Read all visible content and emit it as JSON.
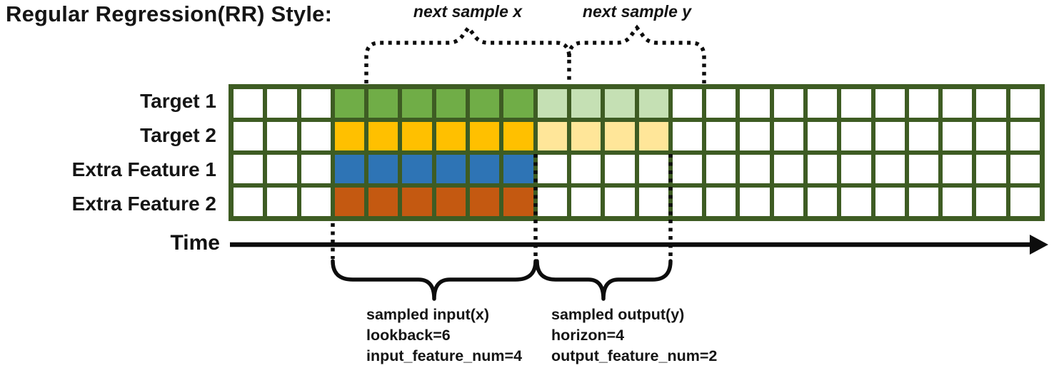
{
  "title": "Regular Regression(RR) Style:",
  "annotations": {
    "next_sample_x": "next sample x",
    "next_sample_y": "next sample y",
    "time_label": "Time",
    "input_lines": [
      "sampled input(x)",
      "lookback=6",
      "input_feature_num=4"
    ],
    "output_lines": [
      "sampled output(y)",
      "horizon=4",
      "output_feature_num=2"
    ]
  },
  "sampling": {
    "lookback": 6,
    "horizon": 4,
    "input_feature_num": 4,
    "output_feature_num": 2,
    "input_start_col": 3,
    "total_cols": 24,
    "total_rows": 4
  },
  "grid": {
    "border_color": "#3E5C23",
    "empty_color": "#FFFFFF",
    "rows": [
      {
        "label": "Target 1",
        "input_color": "#70AD47",
        "output_color": "#C5E0B4"
      },
      {
        "label": "Target 2",
        "input_color": "#FFC000",
        "output_color": "#FFE699"
      },
      {
        "label": "Extra Feature 1",
        "input_color": "#2E74B5",
        "output_color": null
      },
      {
        "label": "Extra Feature 2",
        "input_color": "#C45911",
        "output_color": null
      }
    ]
  }
}
